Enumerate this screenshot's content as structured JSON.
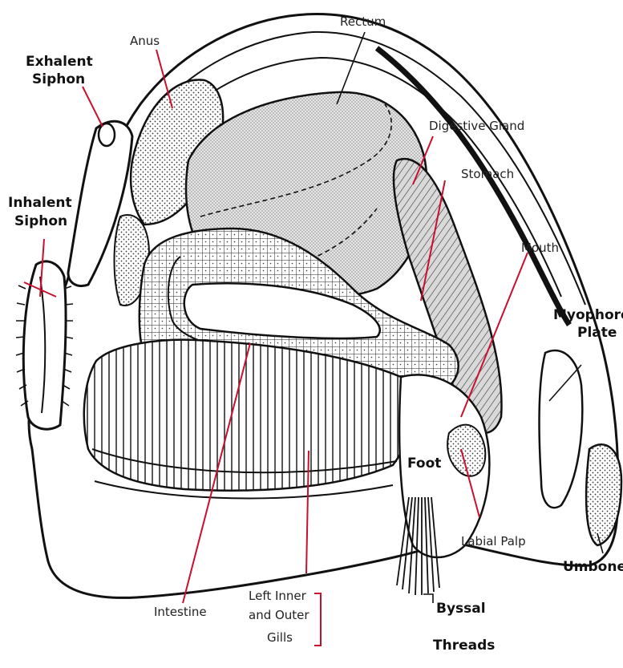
{
  "labels": {
    "exhalent_siphon": [
      "Exhalent",
      "Siphon"
    ],
    "inhalent_siphon": [
      "Inhalent",
      "Siphon"
    ],
    "anus": "Anus",
    "rectum": "Rectum",
    "digestive_gland": "Digestive Gland",
    "stomach": "Stomach",
    "mouth": "Mouth",
    "myophore_plate": [
      "Myophore",
      "Plate"
    ],
    "foot": "Foot",
    "labial_palp": "Labial Palp",
    "umbone": "Umbone",
    "byssal_threads": [
      "Byssal",
      "Threads"
    ],
    "left_inner_outer_gills": [
      "Left Inner",
      "and Outer",
      "Gills"
    ],
    "intestine": "Intestine"
  },
  "colors": {
    "leader_red": "#c8102e",
    "leader_black": "#111111",
    "stipple": "#8a8a8a"
  }
}
